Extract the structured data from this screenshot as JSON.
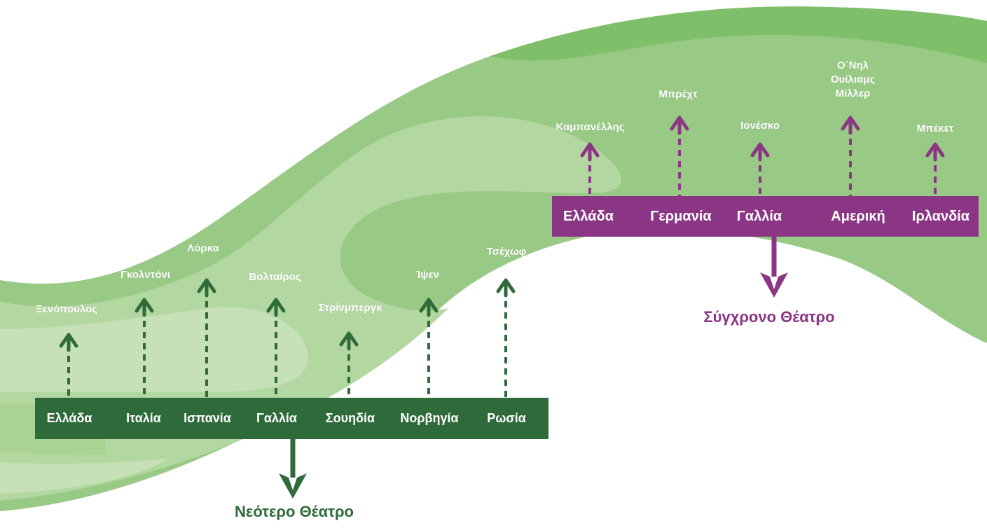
{
  "colors": {
    "modern": "#2f6b3a",
    "contemporary": "#8b3585",
    "wave_dark": "#7fbf6a",
    "wave_mid": "#98c985",
    "wave_light": "#b3d7a0",
    "wave_pale": "#c6e1b7"
  },
  "modern_theatre": {
    "caption": "Νεότερο Θέατρο",
    "countries": [
      "Ελλάδα",
      "Ιταλία",
      "Ισπανία",
      "Γαλλία",
      "Σουηδία",
      "Νορβηγία",
      "Ρωσία"
    ],
    "authors": [
      "Ξενόπουλος",
      "Γκολντόνι",
      "Λόρκα",
      "Βολταίρος",
      "Στρίνμπεργκ",
      "Ίψεν",
      "Τσέχωφ"
    ]
  },
  "contemporary_theatre": {
    "caption": "Σύγχρονο Θέατρο",
    "countries": [
      "Ελλάδα",
      "Γερμανία",
      "Γαλλία",
      "Αμερική",
      "Ιρλανδία"
    ],
    "authors": [
      "Καμπανέλλης",
      "Μπρέχτ",
      "Ιονέσκο",
      "Ο΄Νηλ Ουίλιαμς Μίλλερ",
      "Μπέκετ"
    ]
  }
}
